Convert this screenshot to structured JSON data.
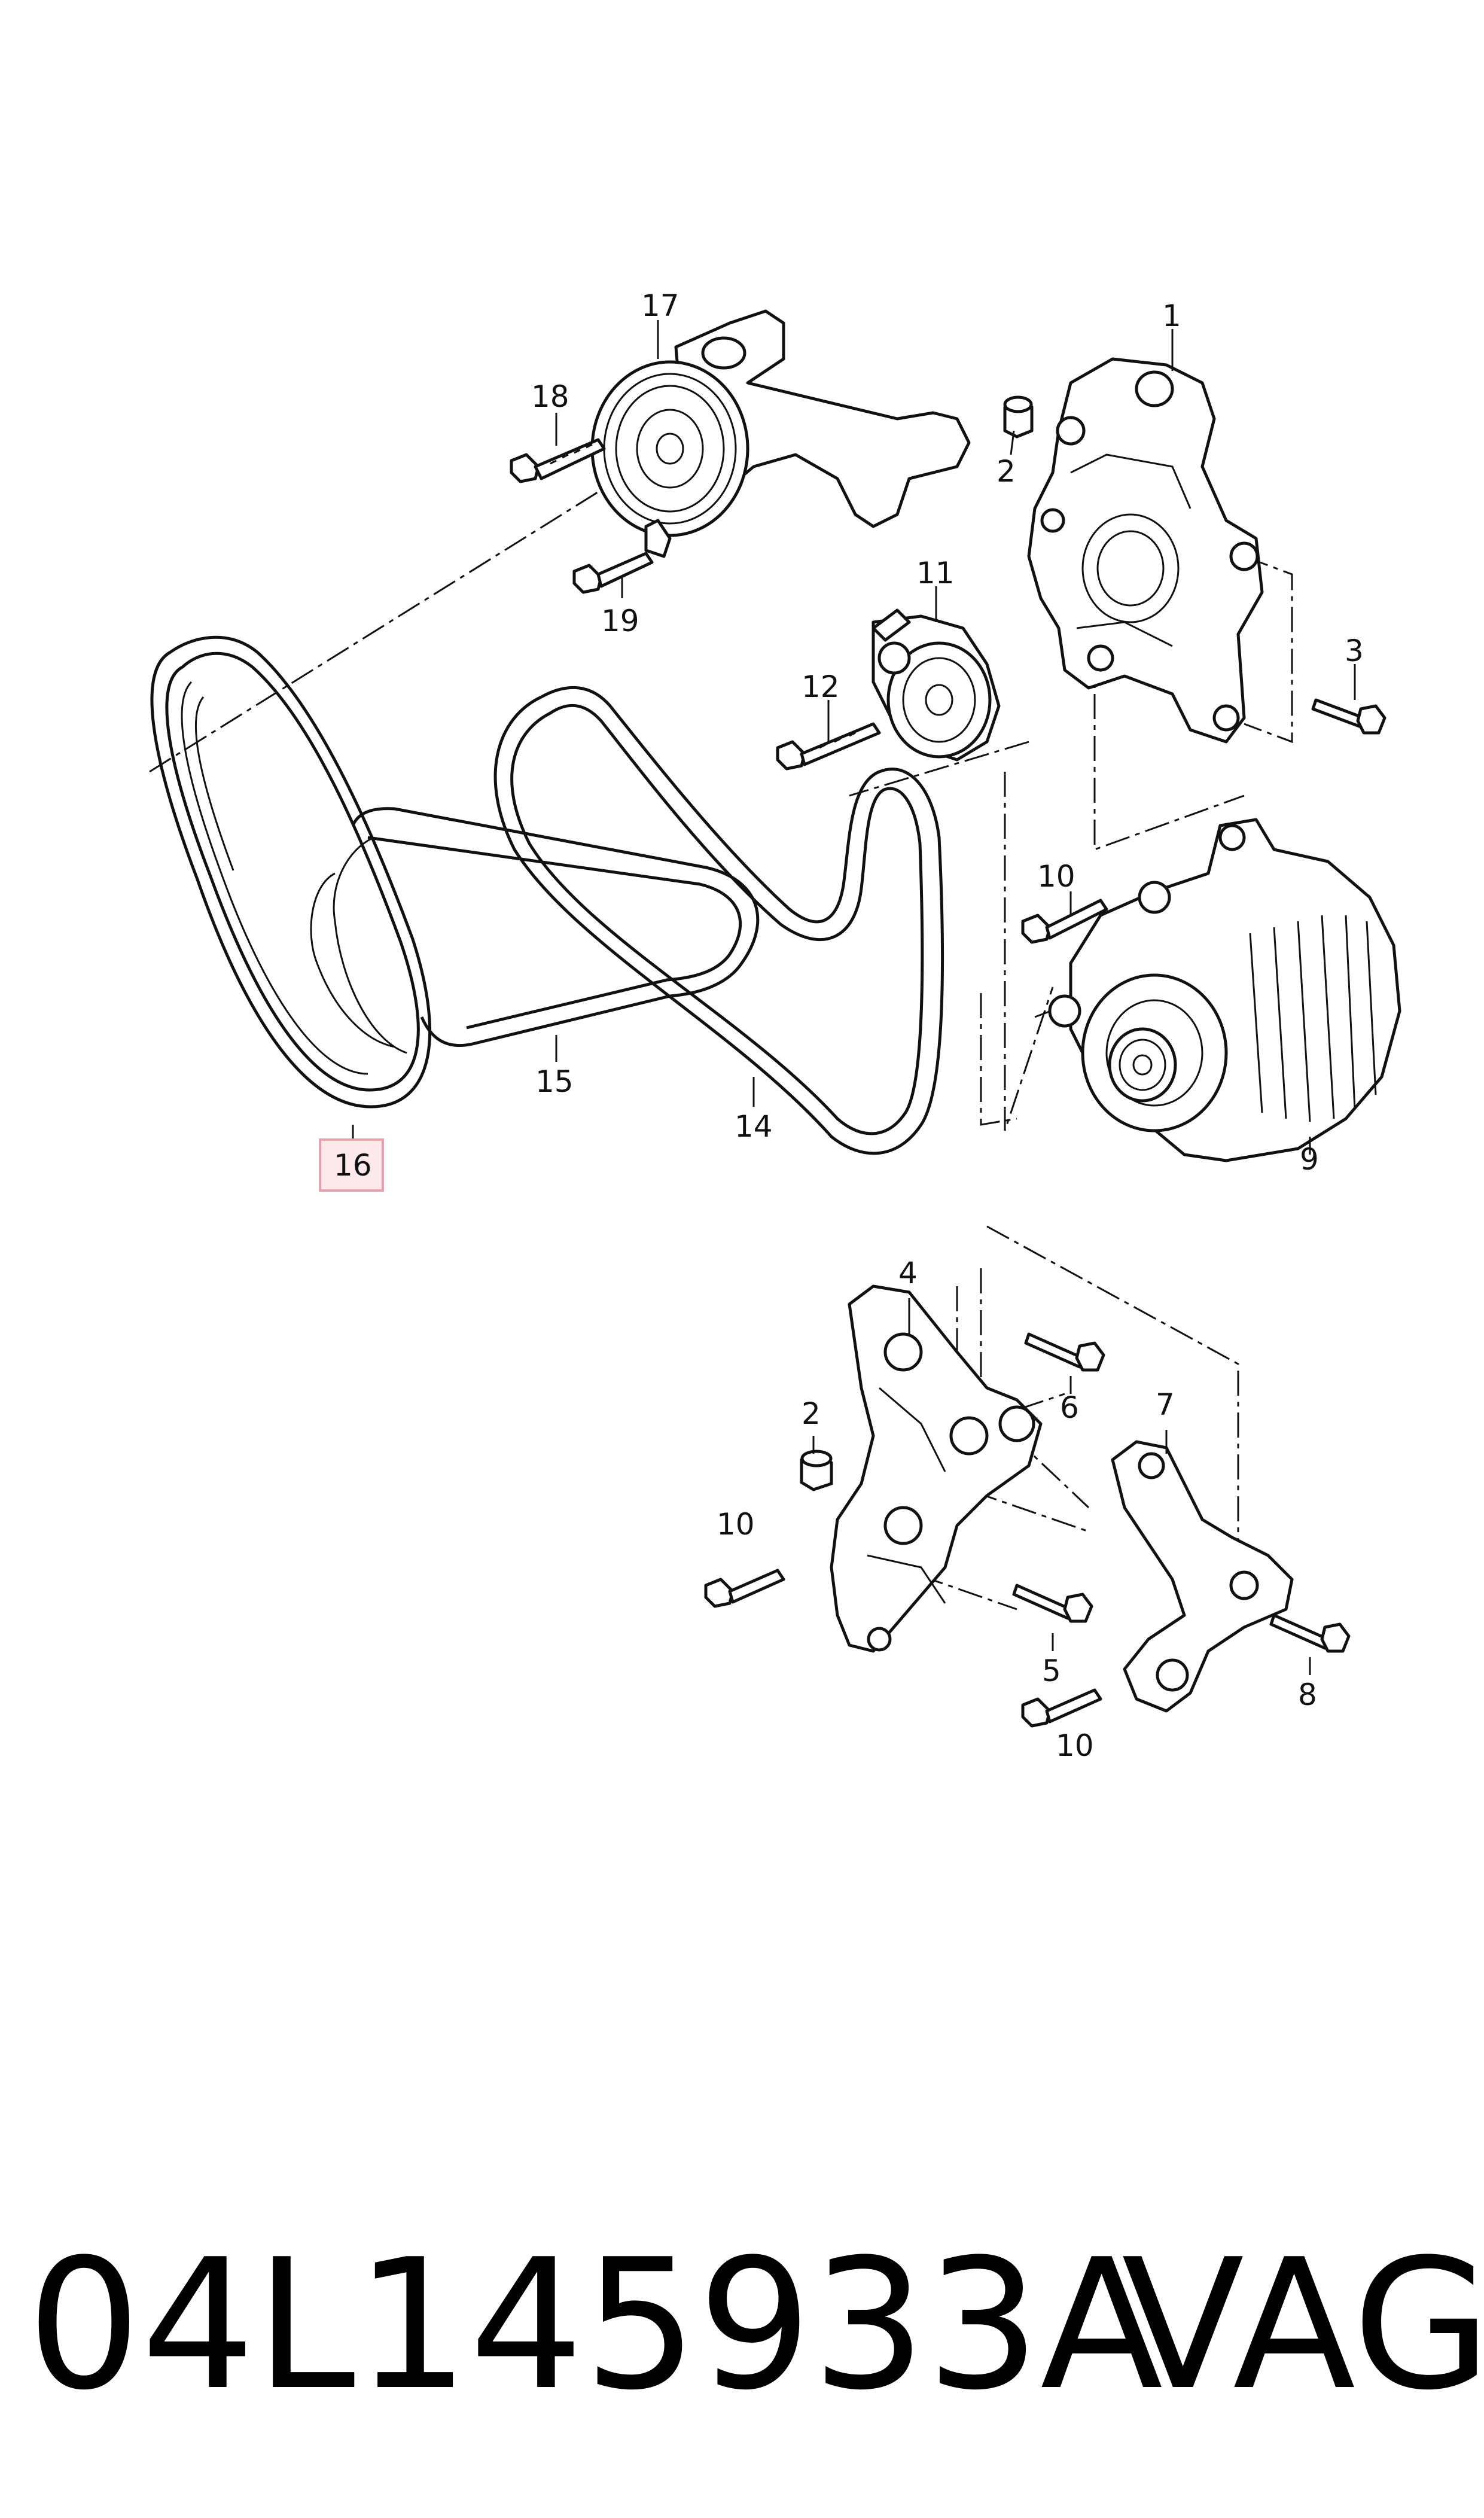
{
  "callouts": {
    "c1": "1",
    "c2a": "2",
    "c2b": "2",
    "c3": "3",
    "c4": "4",
    "c5": "5",
    "c6": "6",
    "c7": "7",
    "c8": "8",
    "c9": "9",
    "c10a": "10",
    "c10b": "10",
    "c10c": "10",
    "c11": "11",
    "c12": "12",
    "c14": "14",
    "c15": "15",
    "c16": "16",
    "c17": "17",
    "c18": "18",
    "c19": "19"
  },
  "footer": {
    "part_number": "04L145933A",
    "brand": "VAG"
  },
  "highlighted_callout": "16",
  "colors": {
    "line": "#111111",
    "highlight_fill": "#fde9ec",
    "highlight_stroke": "#e8a0aa",
    "background": "#ffffff"
  }
}
